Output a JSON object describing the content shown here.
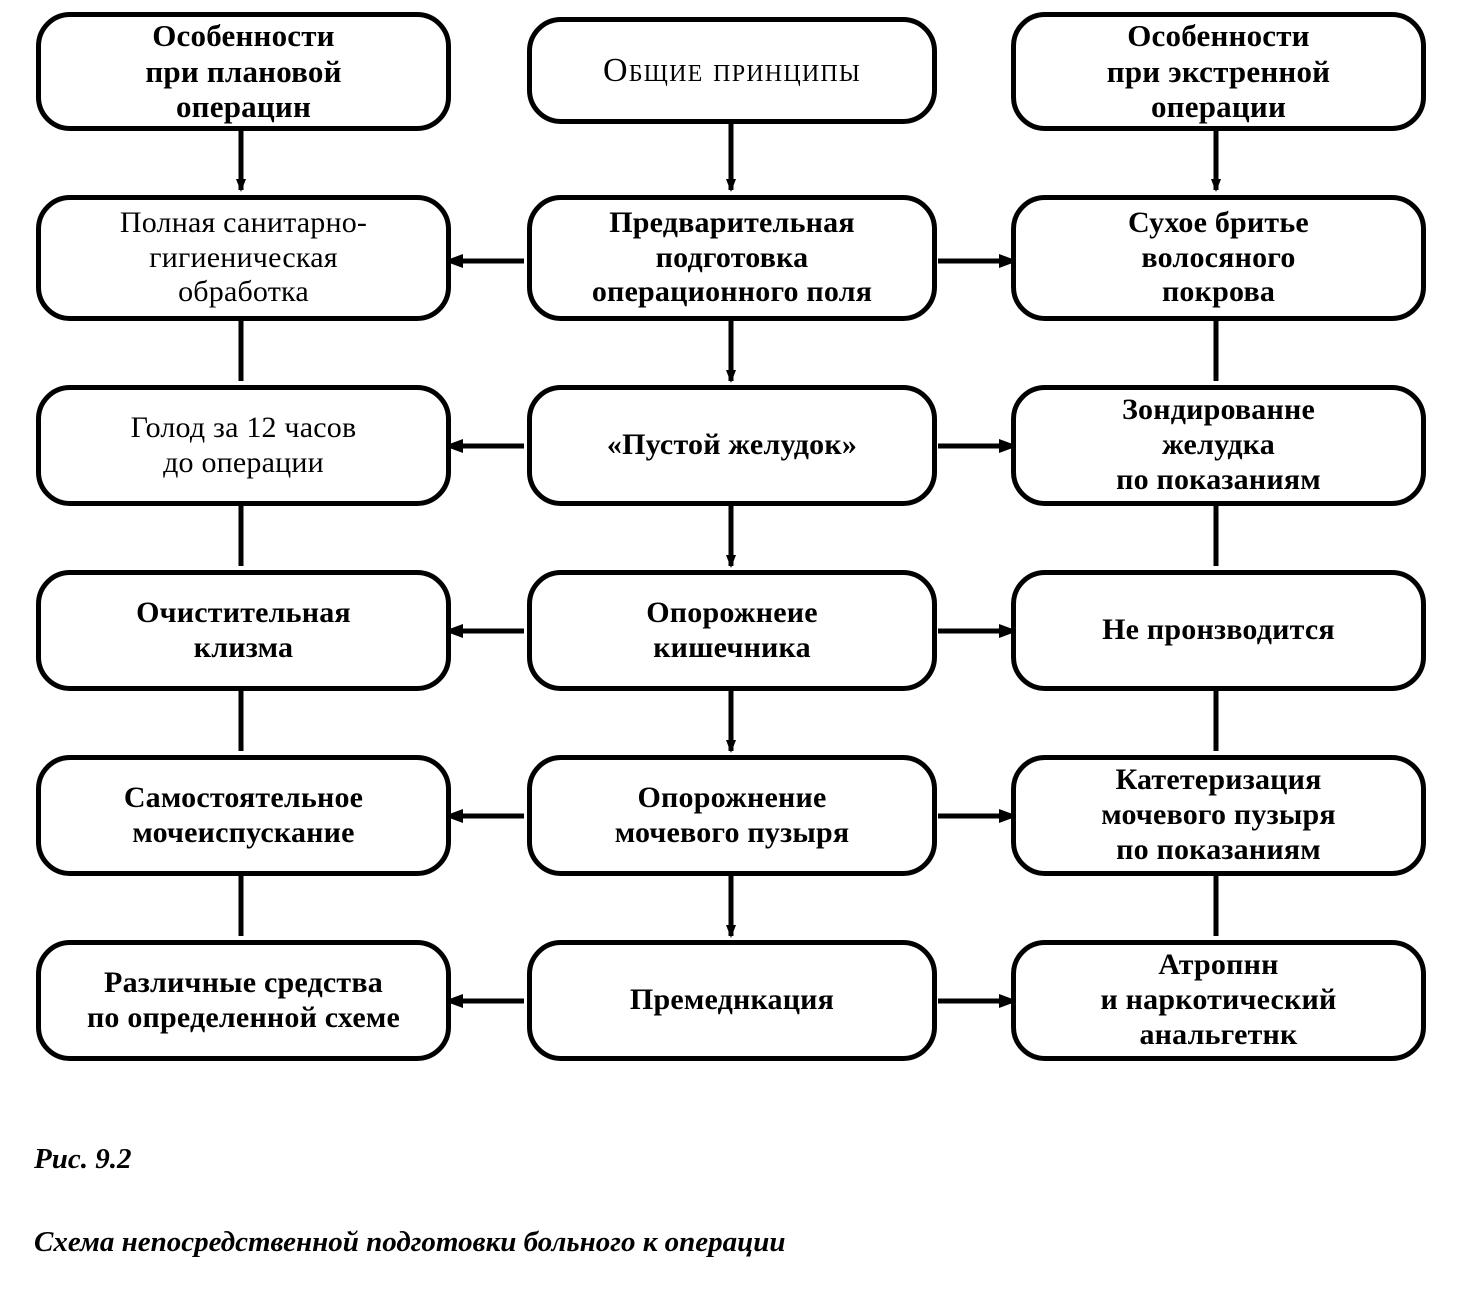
{
  "figure": {
    "number": "Рис. 9.2",
    "title": "Схема непосредственной подготовки больного к операции"
  },
  "colors": {
    "stroke": "#000000",
    "background": "#ffffff",
    "text": "#000000"
  },
  "columns": [
    {
      "id": "planned",
      "header": "Особенности\nпри плановой\nоперацин"
    },
    {
      "id": "general",
      "header": "ОБЩИЕ ПРИНЦИПЫ"
    },
    {
      "id": "emergency",
      "header": "Особенности\nпри экстренной\nоперации"
    }
  ],
  "rows": [
    {
      "id": "field-prep",
      "center": "Предварительная\nподготовка\nоперационного поля",
      "left": "Полная санитарно-\nгигиеническая\nобработка",
      "right": "Сухое бритье\nволосяного\nпокрова"
    },
    {
      "id": "empty-stomach",
      "center": "«Пустой желудок»",
      "left": "Голод за 12 часов\nдо операции",
      "right": "Зондированне\nжелудка\nпо показаниям"
    },
    {
      "id": "bowel-emptying",
      "center": "Опорожнеие\nкишечника",
      "left": "Очистительная\nклизма",
      "right": "Не пронзводится"
    },
    {
      "id": "bladder-emptying",
      "center": "Опорожнение\nмочевого пузыря",
      "left": "Самостоятельное\nмочеиспускание",
      "right": "Катетеризация\nмочевого пузыря\nпо показаниям"
    },
    {
      "id": "premedication",
      "center": "Премеднкация",
      "left": "Различные средства\nпо определенной схеме",
      "right": "Атропнн\nи наркотический\nанальгетнк"
    }
  ],
  "connectors": {
    "header_to_row1": {
      "style": "arrow",
      "direction": "down",
      "count": 3
    },
    "center_vertical": {
      "style": "arrow",
      "direction": "down",
      "count": 4
    },
    "side_vertical": {
      "style": "line",
      "direction": "none",
      "count": 8
    },
    "center_to_left": {
      "style": "arrow",
      "direction": "left",
      "count": 5
    },
    "center_to_right": {
      "style": "arrow",
      "direction": "right",
      "count": 5
    }
  }
}
